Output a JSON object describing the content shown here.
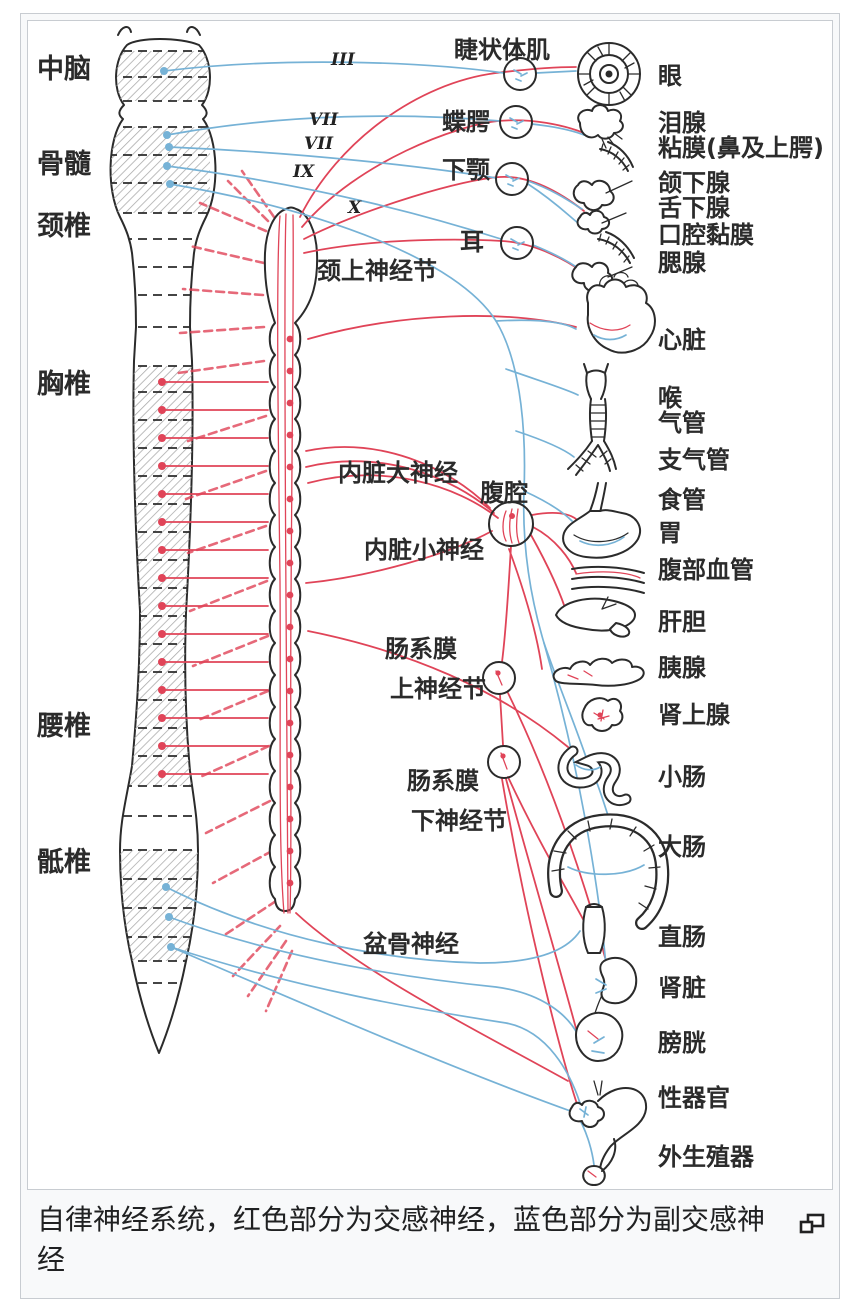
{
  "caption": {
    "text": "自律神经系统，红色部分为交感神经，蓝色部分为副交感神经"
  },
  "colors": {
    "sympathetic": "#e04458",
    "parasympathetic": "#76b2d6",
    "ink": "#2b2b2b",
    "frame_border": "#c8ccd1",
    "frame_bg": "#f8f9fa",
    "caption_text": "#202122"
  },
  "spine_labels": {
    "midbrain": "中脑",
    "medulla": "骨髓",
    "cervical": "颈椎",
    "thoracic": "胸椎",
    "lumbar": "腰椎",
    "sacral": "骶椎"
  },
  "cranial_nerve_numerals": {
    "oculomotor": "III",
    "facial_a": "VII",
    "facial_b": "VII",
    "glossopharyngeal": "IX",
    "vagus": "X"
  },
  "pathway_labels": {
    "ciliary_muscle": "睫状体肌",
    "sphenopalatine": "蝶腭",
    "lower_jaw": "下颚",
    "ear": "耳",
    "superior_cervical_ganglion": "颈上神经节",
    "greater_splanchnic": "内脏大神经",
    "celiac": "腹腔",
    "lesser_splanchnic": "内脏小神经",
    "sup_mesenteric_line1": "肠系膜",
    "sup_mesenteric_line2": "上神经节",
    "inf_mesenteric_line1": "肠系膜",
    "inf_mesenteric_line2": "下神经节",
    "pelvic_nerve": "盆骨神经"
  },
  "organs": [
    "眼",
    "泪腺",
    "粘膜(鼻及上腭)",
    "颌下腺",
    "舌下腺",
    "口腔黏膜",
    "腮腺",
    "心脏",
    "喉",
    "气管",
    "支气管",
    "食管",
    "胃",
    "腹部血管",
    "肝胆",
    "胰腺",
    "肾上腺",
    "小肠",
    "大肠",
    "直肠",
    "肾脏",
    "膀胱",
    "性器官",
    "外生殖器"
  ]
}
